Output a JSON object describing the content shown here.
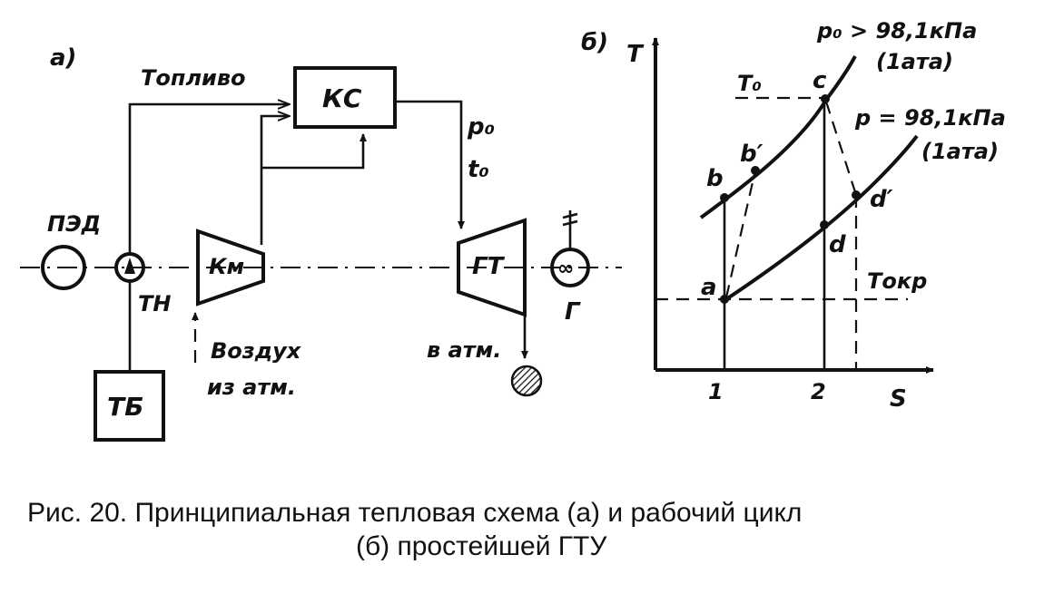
{
  "schematic": {
    "panel_label": "а)",
    "fuel_label": "Топливо",
    "combustion_chamber": "КС",
    "pressure_label": "p₀",
    "temperature_label": "t₀",
    "starter_motor": "ПЭД",
    "fuel_pump": "ТН",
    "compressor": "Км",
    "gas_turbine": "ГТ",
    "generator": "Г",
    "fuel_tank": "ТБ",
    "air_label_line1": "Воздух",
    "air_label_line2": "из атм.",
    "exhaust_label": "в атм."
  },
  "ts_diagram": {
    "panel_label": "б)",
    "y_axis": "T",
    "x_axis": "S",
    "tick_1": "1",
    "tick_2": "2",
    "point_a": "a",
    "point_b": "b",
    "point_b_prime": "b′",
    "point_c": "c",
    "point_d": "d",
    "point_d_prime": "d′",
    "t0_label": "T₀",
    "tokr_label": "Tокр",
    "upper_isobar_line1": "p₀ > 98,1кПа",
    "upper_isobar_line2": "(1ата)",
    "lower_isobar_line1": "p = 98,1кПа",
    "lower_isobar_line2": "(1ата)"
  },
  "caption": {
    "line1": "Рис. 20. Принципиальная тепловая схема (а) и рабочий цикл",
    "line2": "(б) простейшей ГТУ"
  }
}
